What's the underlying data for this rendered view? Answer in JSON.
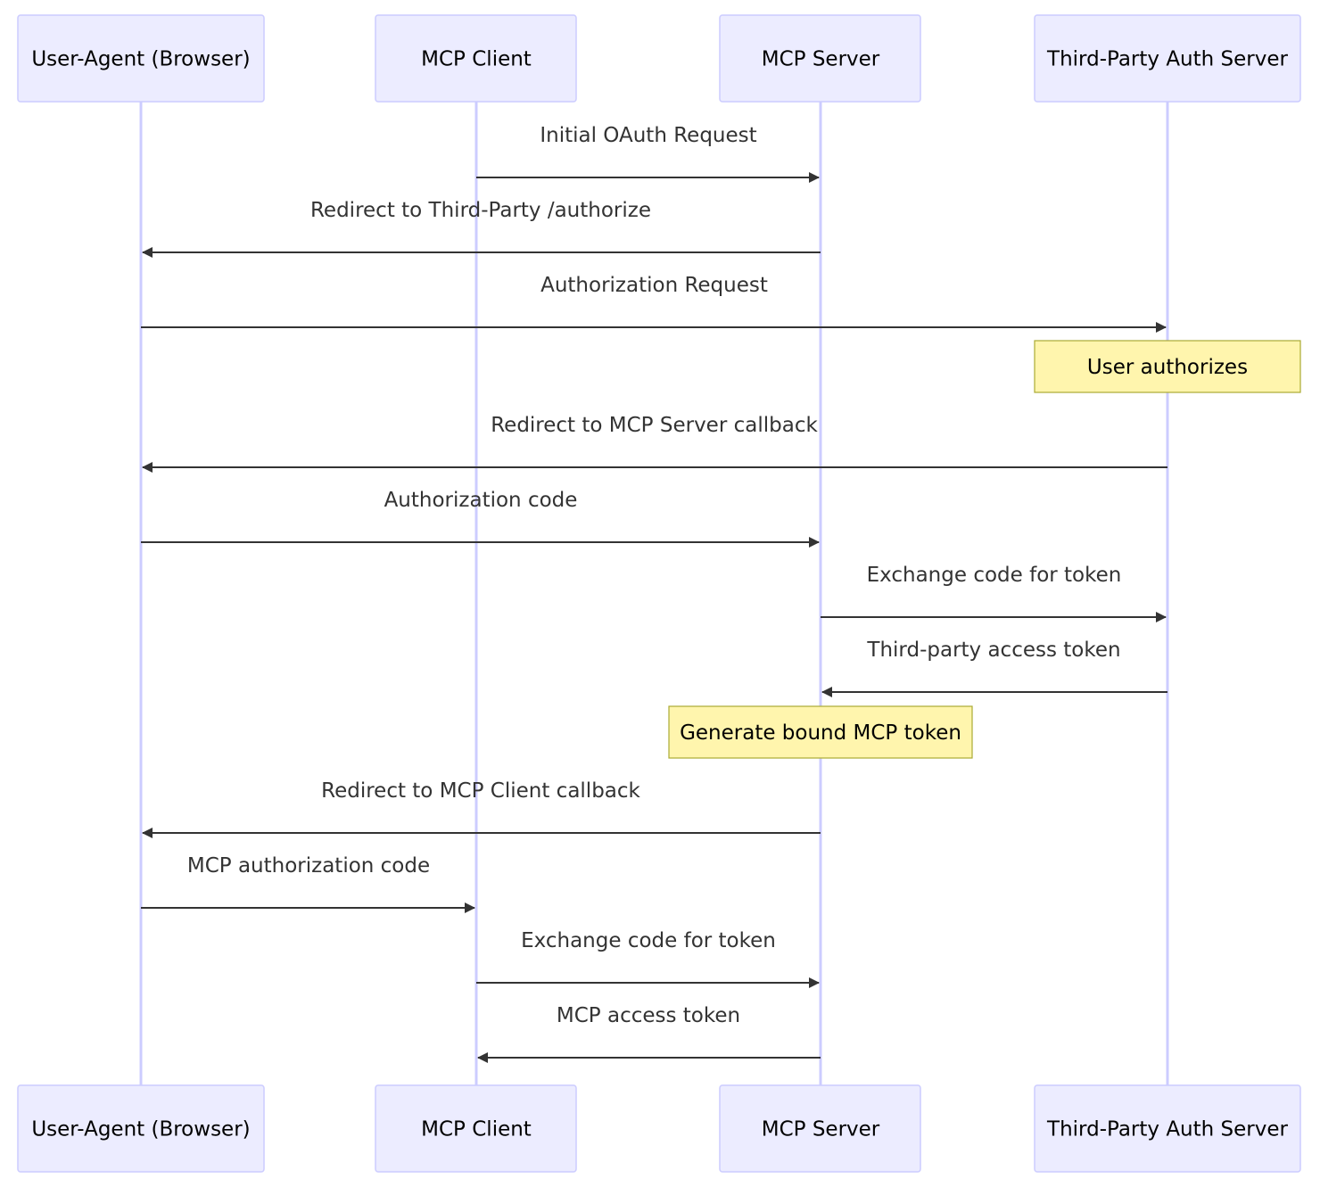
{
  "diagram": {
    "type": "sequence",
    "participants": [
      {
        "id": "ua",
        "label": "User-Agent (Browser)"
      },
      {
        "id": "client",
        "label": "MCP Client"
      },
      {
        "id": "server",
        "label": "MCP Server"
      },
      {
        "id": "auth",
        "label": "Third-Party Auth Server"
      }
    ],
    "steps": [
      {
        "kind": "message",
        "from": "client",
        "to": "server",
        "label": "Initial OAuth Request"
      },
      {
        "kind": "message",
        "from": "server",
        "to": "ua",
        "label": "Redirect to Third-Party /authorize"
      },
      {
        "kind": "message",
        "from": "ua",
        "to": "auth",
        "label": "Authorization Request"
      },
      {
        "kind": "note",
        "over": "auth",
        "label": "User authorizes"
      },
      {
        "kind": "message",
        "from": "auth",
        "to": "ua",
        "label": "Redirect to MCP Server callback"
      },
      {
        "kind": "message",
        "from": "ua",
        "to": "server",
        "label": "Authorization code"
      },
      {
        "kind": "message",
        "from": "server",
        "to": "auth",
        "label": "Exchange code for token"
      },
      {
        "kind": "message",
        "from": "auth",
        "to": "server",
        "label": "Third-party access token"
      },
      {
        "kind": "note",
        "over": "server",
        "label": "Generate bound MCP token"
      },
      {
        "kind": "message",
        "from": "server",
        "to": "ua",
        "label": "Redirect to MCP Client callback"
      },
      {
        "kind": "message",
        "from": "ua",
        "to": "client",
        "label": "MCP authorization code"
      },
      {
        "kind": "message",
        "from": "client",
        "to": "server",
        "label": "Exchange code for token"
      },
      {
        "kind": "message",
        "from": "server",
        "to": "client",
        "label": "MCP access token"
      }
    ]
  }
}
